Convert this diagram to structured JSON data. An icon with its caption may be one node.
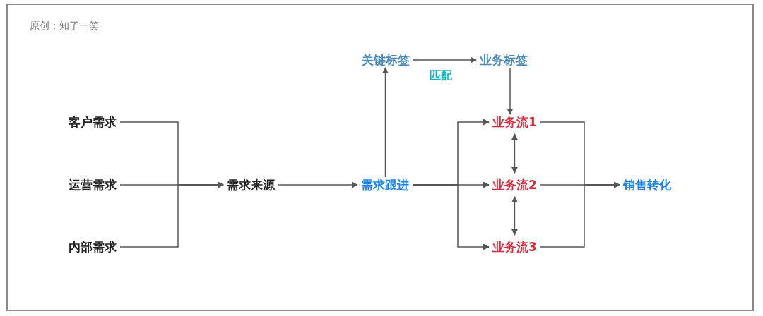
{
  "diagram": {
    "nodes": [
      {
        "text": [
          "客户需求"
        ]
      },
      {
        "text": [
          "运营需求"
        ]
      },
      {
        "text": [
          "内部需求"
        ]
      },
      {
        "text": [
          "需求来源"
        ]
      },
      {
        "text": [
          "关键标签"
        ]
      },
      {
        "text": [
          "业务标签"
        ]
      },
      {
        "text": [
          "需求跟进"
        ]
      },
      {
        "text": [
          "业务流1"
        ]
      },
      {
        "text": [
          "业务流2"
        ]
      },
      {
        "text": [
          "业务流3"
        ]
      },
      {
        "text": [
          "销售转化"
        ]
      }
    ],
    "edges": [
      {
        "from": 0,
        "to": 3,
        "arrow": "to"
      },
      {
        "from": 1,
        "to": 3,
        "arrow": "to"
      },
      {
        "from": 2,
        "to": 3,
        "arrow": "to"
      },
      {
        "from": 3,
        "to": 6,
        "arrow": "to"
      },
      {
        "from": 6,
        "to": 4,
        "arrow": "to"
      },
      {
        "from": 4,
        "to": 5,
        "arrow": "to",
        "label": "匹配"
      },
      {
        "from": 5,
        "to": 7,
        "arrow": "to"
      },
      {
        "from": 6,
        "to": 7,
        "arrow": "to"
      },
      {
        "from": 6,
        "to": 8,
        "arrow": "to"
      },
      {
        "from": 6,
        "to": 9,
        "arrow": "to"
      },
      {
        "from": 7,
        "to": 8,
        "arrow": "both"
      },
      {
        "from": 8,
        "to": 9,
        "arrow": "both"
      },
      {
        "from": 7,
        "to": 10,
        "arrow": "to"
      },
      {
        "from": 8,
        "to": 10,
        "arrow": "to"
      },
      {
        "from": 9,
        "to": 10,
        "arrow": "to"
      }
    ],
    "labels": [
      "原创：知了一笑"
    ]
  }
}
